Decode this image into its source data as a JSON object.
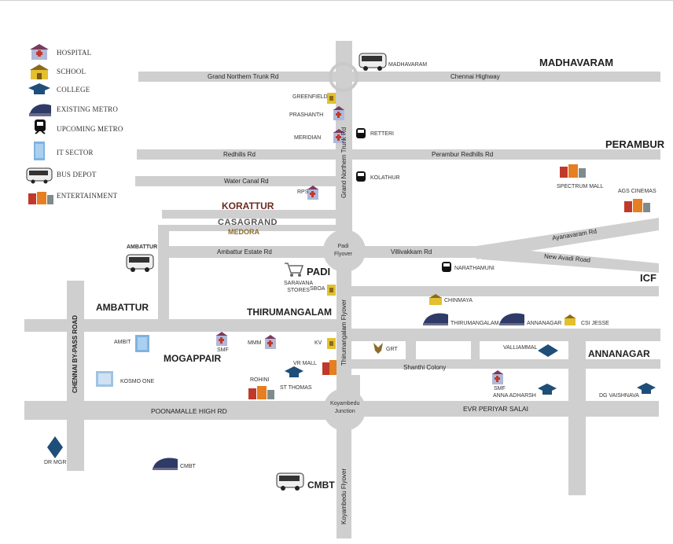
{
  "legend": [
    {
      "icon": "hospital-icon",
      "label": "HOSPITAL"
    },
    {
      "icon": "school-icon",
      "label": "SCHOOL"
    },
    {
      "icon": "college-icon",
      "label": "COLLEGE"
    },
    {
      "icon": "existing-metro-icon",
      "label": "EXISTING METRO"
    },
    {
      "icon": "upcoming-metro-icon",
      "label": "UPCOMING METRO"
    },
    {
      "icon": "it-sector-icon",
      "label": "IT SECTOR"
    },
    {
      "icon": "bus-depot-icon",
      "label": "BUS DEPOT"
    },
    {
      "icon": "entertainment-icon",
      "label": "ENTERTAINMENT"
    }
  ],
  "roads": {
    "gnt_h": "Grand Northern Trunk Rd",
    "chennai_highway": "Chennai Highway",
    "redhills": "Redhills Rd",
    "perambur_redhills": "Perambur Redhills Rd",
    "water_canal": "Water Canal Rd",
    "gnt_v": "Grand Northern Trunk Rd",
    "ambattur_estate": "Ambattur Estate Rd",
    "villivakkam": "Villivakkam Rd",
    "ayanavaram": "Ayanavaram Rd",
    "new_avadi": "New Avadi Road",
    "shanthi_colony": "Shanthi Colony",
    "poonamalle": "POONAMALLE HIGH RD",
    "evr": "EVR PERIYAR SALAI",
    "bypass": "CHENNAI BY-PASS ROAD",
    "thiru_flyover": "Thirumangalam Flyover",
    "koyambedu_flyover": "Koyambedu Flyover",
    "padi_flyover": "Padi\nFlyover",
    "koyambedu_junction": "Koyambedu\nJunction"
  },
  "areas": {
    "madhavaram": "MADHAVARAM",
    "perambur": "PERAMBUR",
    "padi": "PADI",
    "icf": "ICF",
    "ambattur": "AMBATTUR",
    "thirumangalam": "THIRUMANGALAM",
    "mogappair": "MOGAPPAIR",
    "annanagar": "ANNANAGAR",
    "cmbt": "CMBT"
  },
  "project": {
    "korattur": "KORATTUR",
    "casagrand": "CASAGRAND",
    "medora": "MEDORA"
  },
  "pois": {
    "madhavaram": "MADHAVARAM",
    "greenfield": "GREENFIELD",
    "prashanth": "PRASHANTH",
    "meridian": "MERIDIAN",
    "retteri": "RETTERI",
    "kolathur": "KOLATHUR",
    "rps": "RPS",
    "spectrum": "SPECTRUM MALL",
    "ags": "AGS CINEMAS",
    "ambattur_bus": "AMBATTUR",
    "saravana": "SARAVANA\nSTORES",
    "sboa": "SBOA",
    "narathamuni": "NARATHAMUNI",
    "chinmaya": "CHINMAYA",
    "thirumangalam_metro": "THIRUMANGALAM",
    "annanagar_metro": "ANNANAGAR",
    "csi_jesse": "CSI JESSE",
    "ambit": "AMBIT",
    "smf1": "SMF",
    "mmm": "MMM",
    "kv": "KV",
    "grt": "GRT",
    "vallliammal": "VALLIAMMAL",
    "vr_mall": "VR MALL",
    "kosmo": "KOSMO ONE",
    "rohini": "ROHINI",
    "st_thomas": "ST THOMAS",
    "smf2": "SMF",
    "anna_adharsh": "ANNA ADHARSH",
    "dg_vaishnava": "DG VAISHNAVA",
    "dr_mgr": "DR MGR",
    "cmbt_metro": "CMBT"
  },
  "colors": {
    "road": "#cfcfcf",
    "junction": "#c9c9c9",
    "college": "#1f4e79",
    "hospital": "#7a3b5e",
    "school": "#e2c030",
    "korattur": "#6b2a1f"
  }
}
